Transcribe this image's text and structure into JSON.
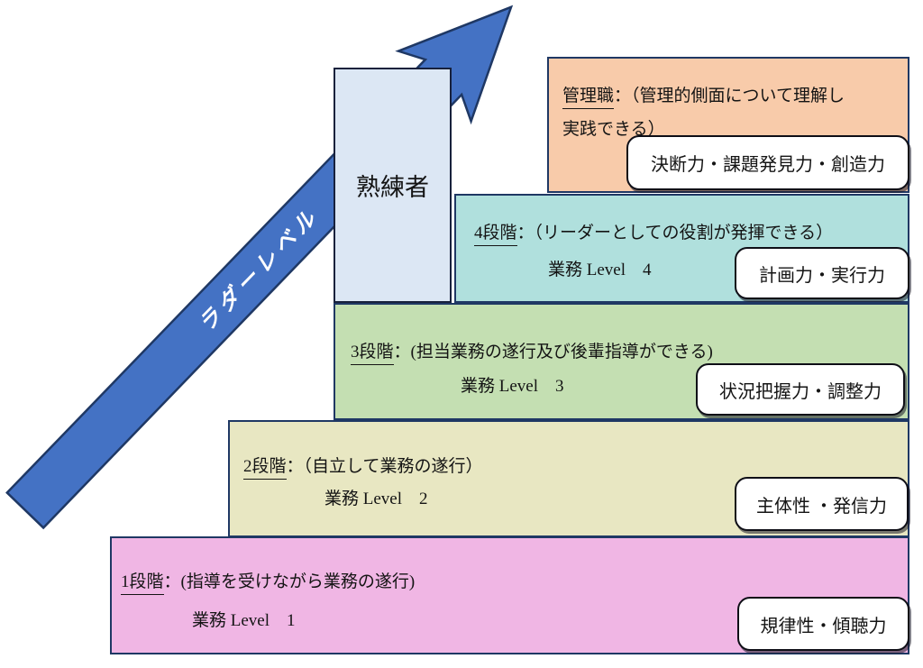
{
  "arrow": {
    "label": "ラダーレベル",
    "fill_color": "#4472C4",
    "border_color": "#1F3864"
  },
  "expert": {
    "label": "熟練者",
    "fill_color": "#DCE7F4"
  },
  "levels": [
    {
      "id": "management",
      "name": "管理職",
      "desc": "：（管理的側面について理解し",
      "desc2": "実践できる）",
      "skill": "決断力・課題発見力・創造力",
      "fill_color": "#F8CBAA"
    },
    {
      "id": "stage-4",
      "name": "4段階",
      "desc": "：（リーダーとしての役割が発揮できる）",
      "level_label": "業務 Level　4",
      "skill": "計画力・実行力",
      "fill_color": "#B0E0DD"
    },
    {
      "id": "stage-3",
      "name": "3段階",
      "desc": "：(担当業務の遂行及び後輩指導ができる)",
      "level_label": "業務 Level　3",
      "skill": "状況把握力・調整力",
      "fill_color": "#C4DFB2"
    },
    {
      "id": "stage-2",
      "name": "2段階",
      "desc": "：（自立して業務の遂行）",
      "level_label": "業務 Level　2",
      "skill": "主体性 ・発信力",
      "fill_color": "#E8E7C2"
    },
    {
      "id": "stage-1",
      "name": "1段階",
      "desc": "：(指導を受けながら業務の遂行)",
      "level_label": "業務 Level　1",
      "skill": "規律性・傾聴力",
      "fill_color": "#F0B6E4"
    }
  ]
}
